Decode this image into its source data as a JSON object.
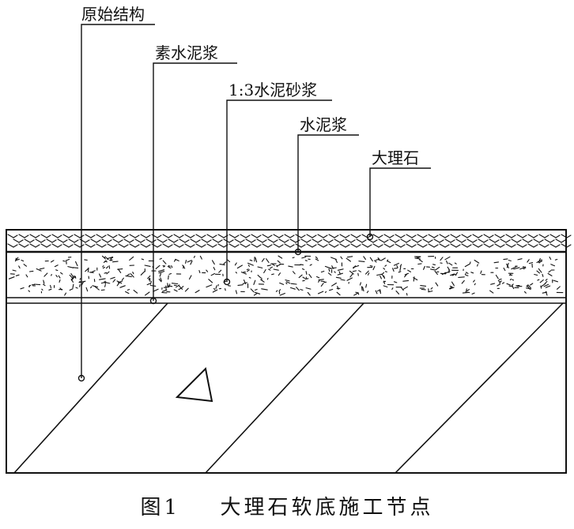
{
  "labels": {
    "original_structure": "原始结构",
    "plain_cement_slurry": "素水泥浆",
    "cement_mortar": "1:3水泥砂浆",
    "cement_slurry": "水泥浆",
    "marble": "大理石"
  },
  "caption": {
    "figure_number": "图1",
    "title": "大理石软底施工节点"
  },
  "colors": {
    "line": "#111111",
    "background": "#ffffff"
  }
}
